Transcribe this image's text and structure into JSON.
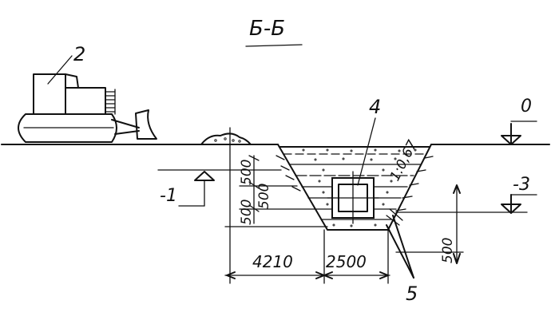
{
  "section_title": "Б-Б",
  "callouts": {
    "bulldozer": "2",
    "pipe": "4",
    "markers": "5"
  },
  "levels": {
    "ground": "0",
    "left": "-1",
    "right": "-3"
  },
  "slope_label": "1:0,67",
  "dimensions": {
    "top_width": "4210",
    "bottom_width": "2500",
    "depth_1": "500",
    "depth_2": "500",
    "depth_3": "500",
    "right_depth": "500"
  }
}
